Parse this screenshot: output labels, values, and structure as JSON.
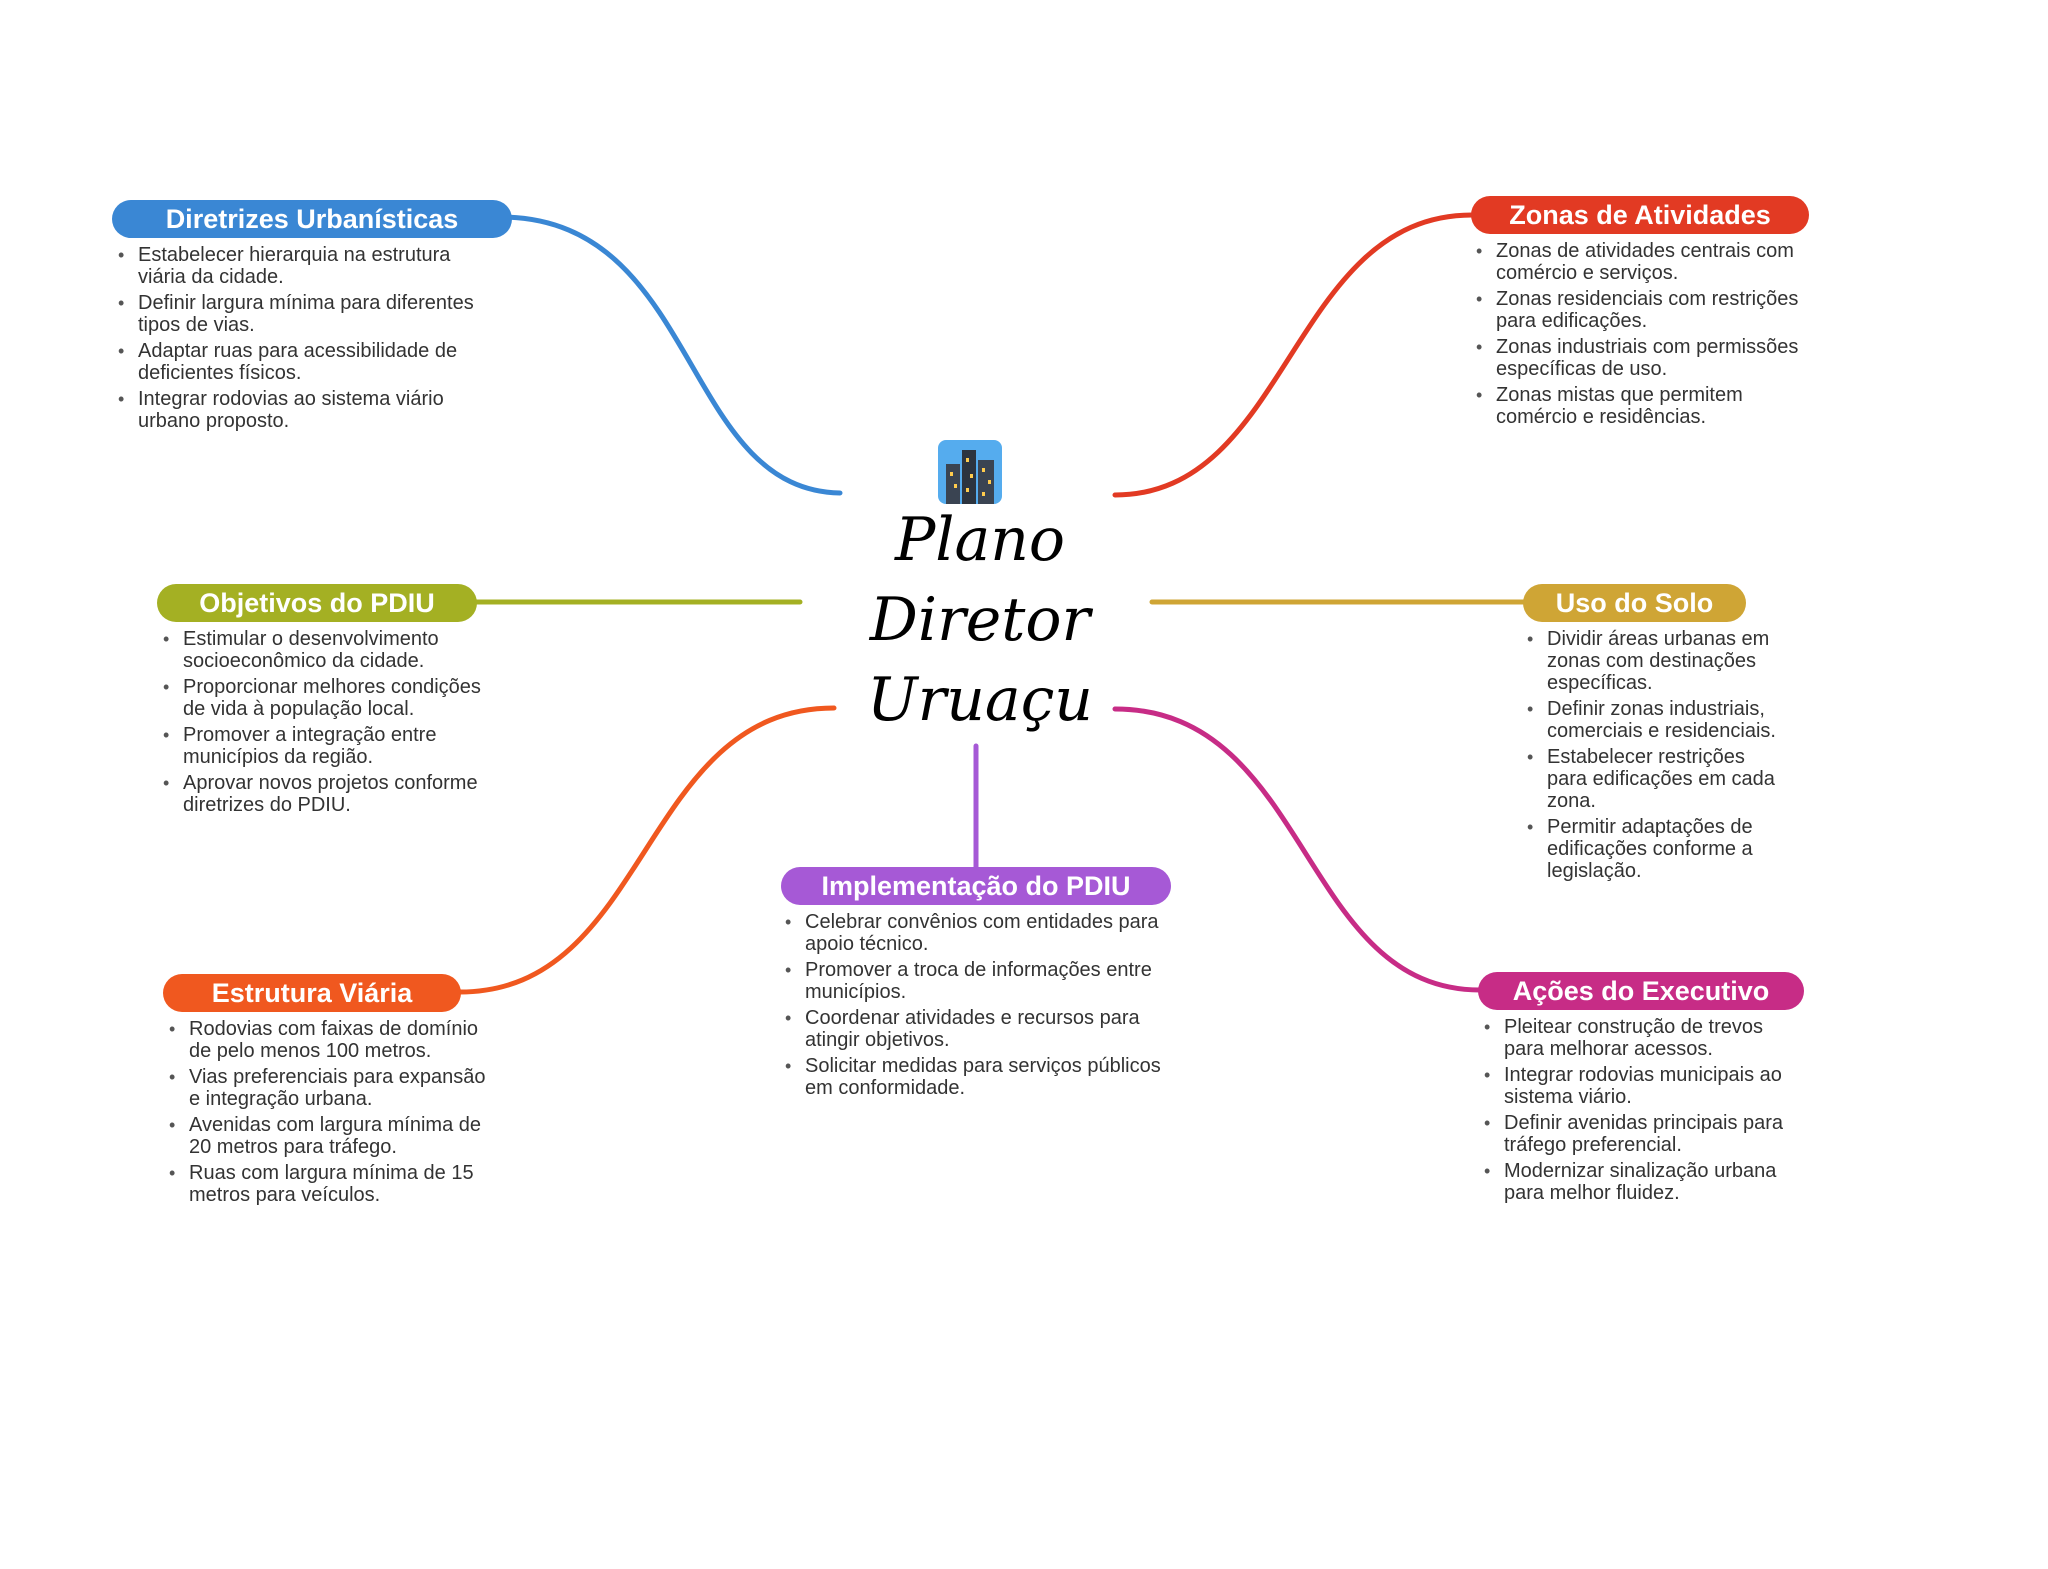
{
  "central": {
    "lines": [
      "Plano",
      "Diretor",
      "Uruaçu"
    ],
    "icon": "city-icon"
  },
  "colors": {
    "diretrizes": "#3a87d4",
    "objetivos": "#a4b023",
    "estrutura": "#f0581f",
    "implementacao": "#a659d6",
    "zonas": "#e23a23",
    "uso": "#cfa535",
    "acoes": "#c72c86"
  },
  "branches": {
    "diretrizes": {
      "title": "Diretrizes Urbanísticas",
      "items": [
        "Estabelecer hierarquia na estrutura viária da cidade.",
        "Definir largura mínima para diferentes tipos de vias.",
        "Adaptar ruas para acessibilidade de deficientes físicos.",
        "Integrar rodovias ao sistema viário urbano proposto."
      ]
    },
    "objetivos": {
      "title": "Objetivos do PDIU",
      "items": [
        "Estimular o desenvolvimento socioeconômico da cidade.",
        "Proporcionar melhores condições de vida à população local.",
        "Promover a integração entre municípios da região.",
        "Aprovar novos projetos conforme diretrizes do PDIU."
      ]
    },
    "estrutura": {
      "title": "Estrutura Viária",
      "items": [
        "Rodovias com faixas de domínio de pelo menos 100 metros.",
        "Vias preferenciais para expansão e integração urbana.",
        "Avenidas com largura mínima de 20 metros para tráfego.",
        "Ruas com largura mínima de 15 metros para veículos."
      ]
    },
    "implementacao": {
      "title": "Implementação do PDIU",
      "items": [
        "Celebrar convênios com entidades para apoio técnico.",
        "Promover a troca de informações entre municípios.",
        "Coordenar atividades e recursos para atingir objetivos.",
        "Solicitar medidas para serviços públicos em conformidade."
      ]
    },
    "zonas": {
      "title": "Zonas de Atividades",
      "items": [
        "Zonas de atividades centrais com comércio e serviços.",
        "Zonas residenciais com restrições para edificações.",
        "Zonas industriais com permissões específicas de uso.",
        "Zonas mistas que permitem comércio e residências."
      ]
    },
    "uso": {
      "title": "Uso do Solo",
      "items": [
        "Dividir áreas urbanas em zonas com destinações específicas.",
        "Definir zonas industriais, comerciais e residenciais.",
        "Estabelecer restrições para edificações em cada zona.",
        "Permitir adaptações de edificações conforme a legislação."
      ]
    },
    "acoes": {
      "title": "Ações do Executivo",
      "items": [
        "Pleitear construção de trevos para melhorar acessos.",
        "Integrar rodovias municipais ao sistema viário.",
        "Definir avenidas principais para tráfego preferencial.",
        "Modernizar sinalização urbana para melhor fluidez."
      ]
    }
  }
}
